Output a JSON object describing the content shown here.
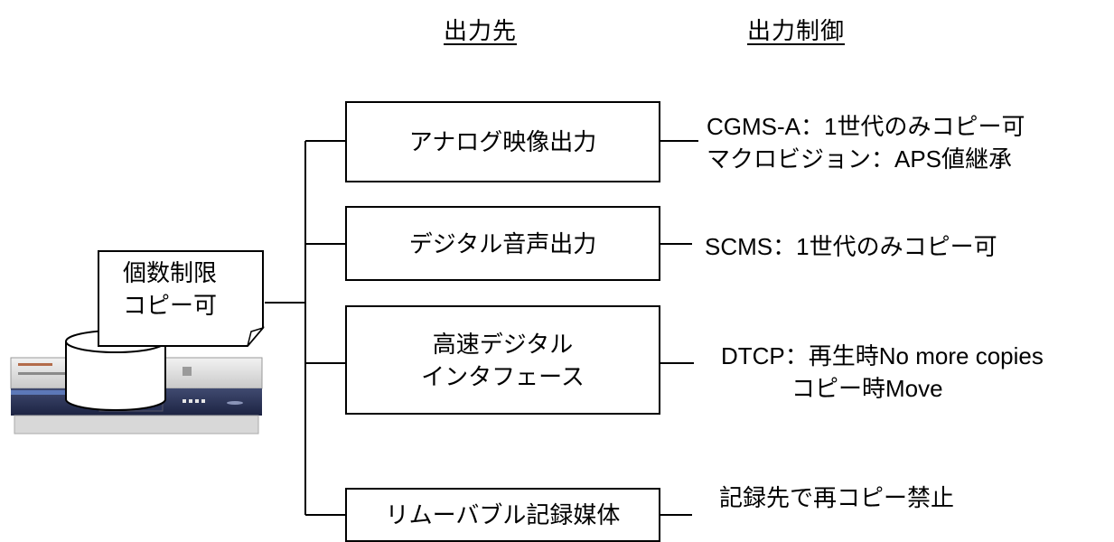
{
  "headers": {
    "destination": "出力先",
    "control": "出力制御"
  },
  "source": {
    "line1": "個数制限",
    "line2": "コピー可"
  },
  "outputs": [
    {
      "name": "アナログ映像出力",
      "control": [
        "CGMS-A：1世代のみコピー可",
        "マクロビジョン：APS値継承"
      ]
    },
    {
      "name": "デジタル音声出力",
      "control": [
        "SCMS：1世代のみコピー可"
      ]
    },
    {
      "name": [
        "高速デジタル",
        "インタフェース"
      ],
      "control": [
        "DTCP：再生時No more copies",
        "コピー時Move"
      ]
    },
    {
      "name": "リムーバブル記録媒体",
      "control": [
        "記録先で再コピー禁止"
      ]
    }
  ]
}
